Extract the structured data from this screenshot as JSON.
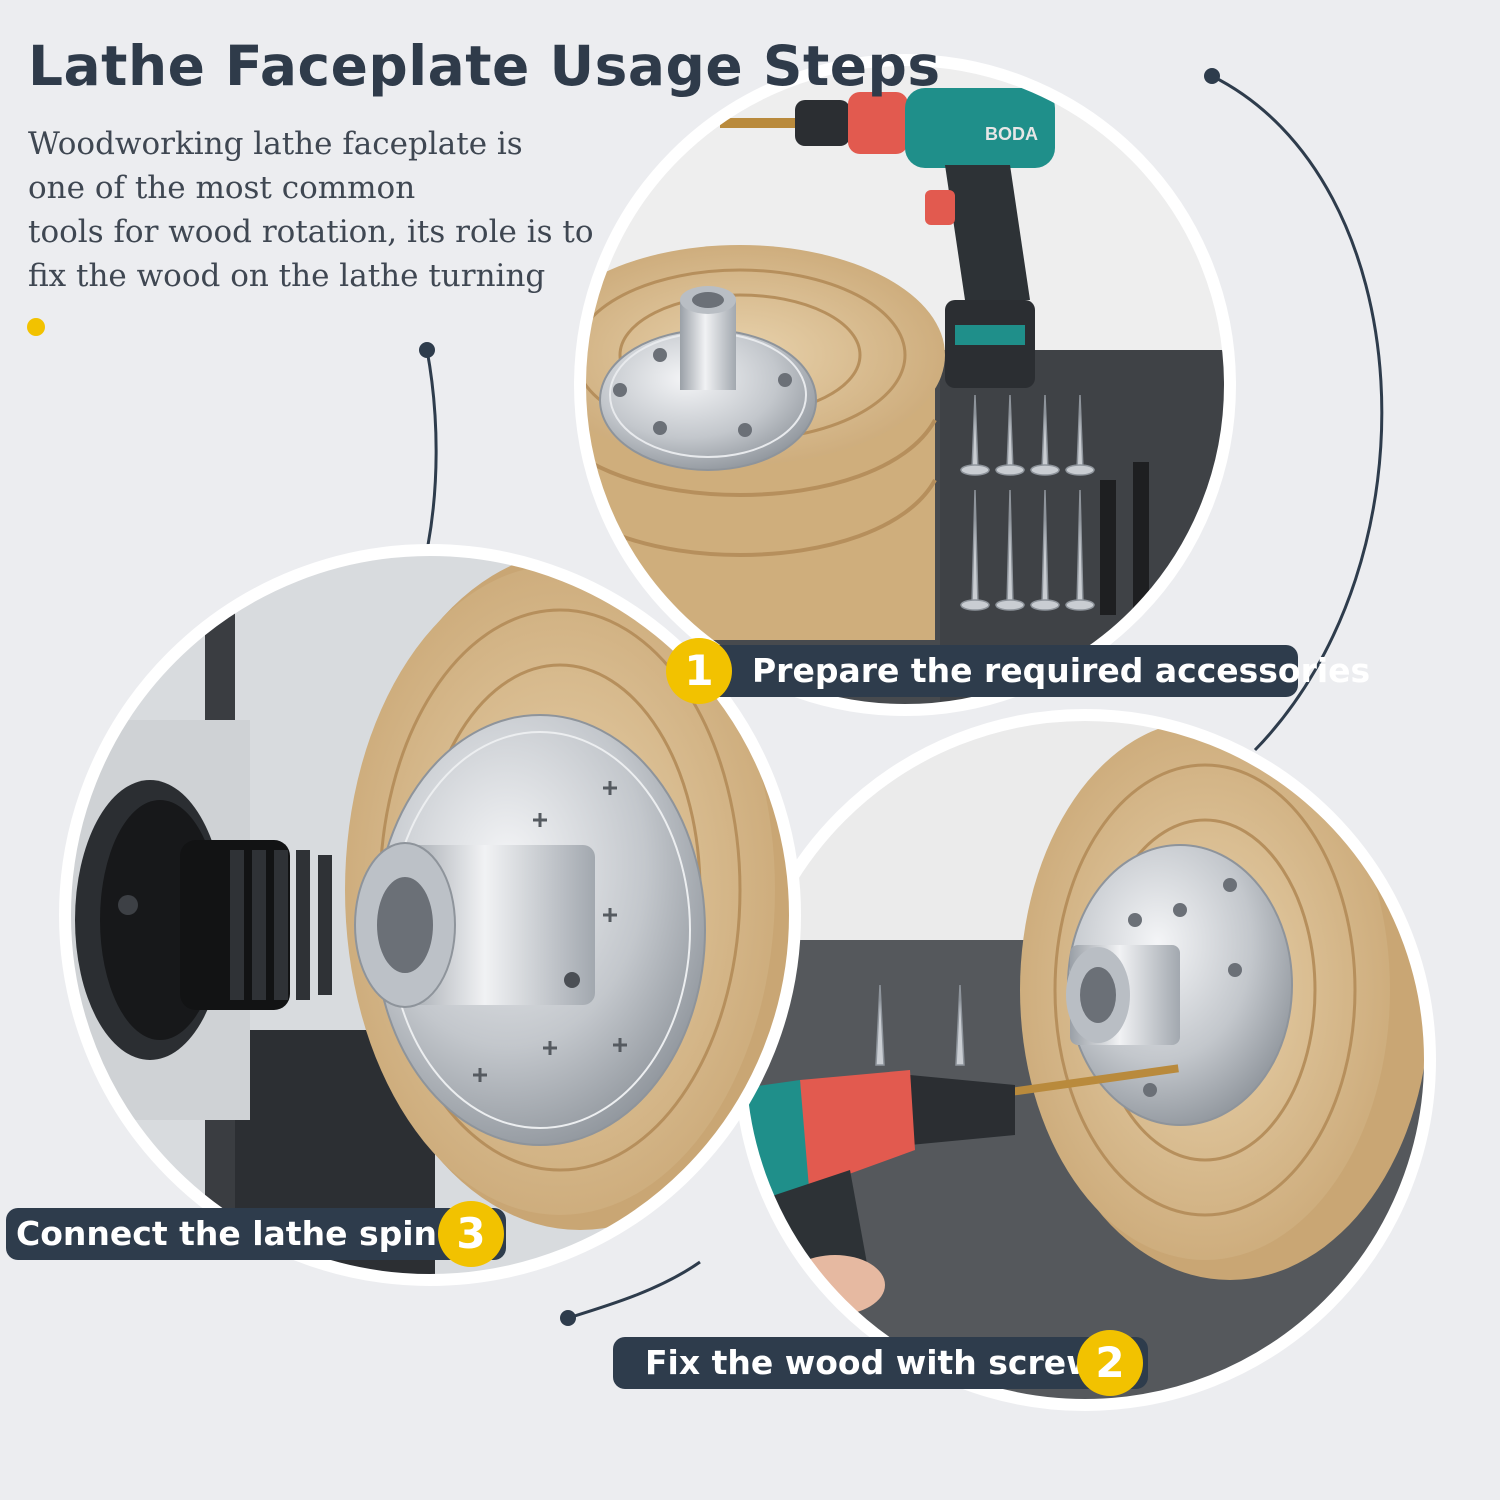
{
  "heading": "Lathe Faceplate Usage Steps",
  "intro_lines": [
    "Woodworking lathe faceplate is",
    "one of the most common",
    "tools for wood rotation, its role is to",
    "fix the wood on the lathe turning"
  ],
  "steps": [
    {
      "number": "1",
      "text": "Prepare the required accessories"
    },
    {
      "number": "2",
      "text": "Fix the wood with screws"
    },
    {
      "number": "3",
      "text": "Connect the lathe spindle"
    }
  ],
  "drill_brand": "BODA",
  "colors": {
    "background": "#ecedf0",
    "label_bg": "#2e3c4c",
    "badge": "#f2c200",
    "connector": "#2e3c4c",
    "drill_teal": "#1f8f8a",
    "drill_red": "#e25a4f",
    "wood": "#d9b98a",
    "steel": "#c3c7cc"
  }
}
